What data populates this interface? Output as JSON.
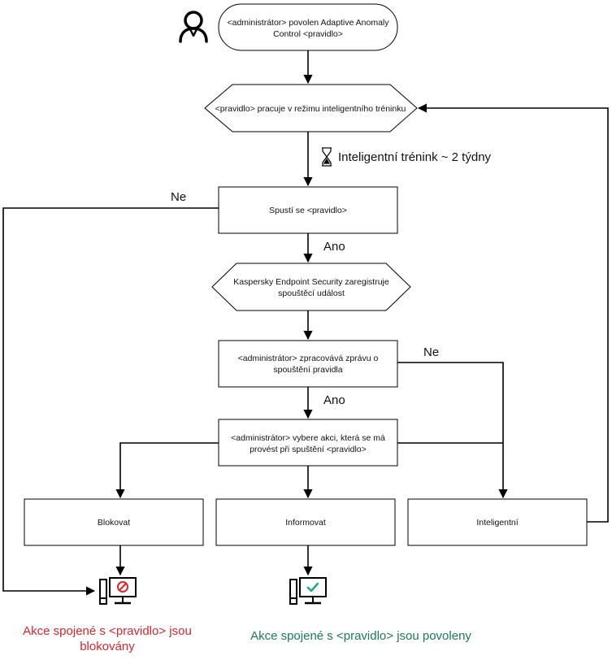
{
  "colors": {
    "line": "#000000",
    "blocked": "#d9262f",
    "allowed": "#1a7a5a",
    "check": "#21a885"
  },
  "nodes": {
    "start": {
      "line1": "<administrátor> povolen Adaptive Anomaly",
      "line2": "Control <pravidlo>"
    },
    "training": {
      "text": "<pravidlo> pracuje v režimu inteligentního tréninku"
    },
    "rule_triggered": {
      "text": "Spustí se <pravidlo>"
    },
    "event_registered": {
      "line1": "Kaspersky Endpoint Security zaregistruje",
      "line2": "spouštěcí událost"
    },
    "admin_processes": {
      "line1": "<administrátor> zpracovává zprávu o",
      "line2": "spouštění pravidla"
    },
    "admin_selects": {
      "line1": "<administrátor> vybere akci, která se má",
      "line2": "provést při spuštění <pravidlo>"
    },
    "block": {
      "text": "Blokovat"
    },
    "inform": {
      "text": "Informovat"
    },
    "smart": {
      "text": "Inteligentní"
    }
  },
  "edges": {
    "training_duration": "Inteligentní trénink ~ 2 týdny",
    "no_1": "Ne",
    "yes_1": "Ano",
    "no_2": "Ne",
    "yes_2": "Ano"
  },
  "results": {
    "blocked": {
      "line1": "Akce spojené s <pravidlo> jsou",
      "line2": "blokovány"
    },
    "allowed": {
      "text": "Akce spojené s <pravidlo> jsou povoleny"
    }
  },
  "icons": {
    "admin": "person-icon",
    "hourglass": "hourglass-icon",
    "blocked_computer": "computer-blocked-icon",
    "allowed_computer": "computer-allowed-icon"
  }
}
